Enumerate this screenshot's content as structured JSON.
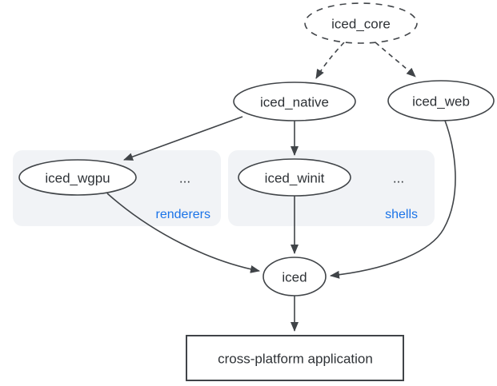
{
  "diagram": {
    "nodes": {
      "core": {
        "label": "iced_core",
        "shape": "ellipse-dashed"
      },
      "native": {
        "label": "iced_native",
        "shape": "ellipse"
      },
      "web": {
        "label": "iced_web",
        "shape": "ellipse"
      },
      "wgpu": {
        "label": "iced_wgpu",
        "shape": "ellipse"
      },
      "winit": {
        "label": "iced_winit",
        "shape": "ellipse"
      },
      "iced": {
        "label": "iced",
        "shape": "ellipse"
      },
      "app": {
        "label": "cross-platform application",
        "shape": "rectangle"
      }
    },
    "groups": {
      "renderers": {
        "label": "renderers",
        "ellipsis": "..."
      },
      "shells": {
        "label": "shells",
        "ellipsis": "..."
      }
    },
    "edges": [
      {
        "from": "iced_core",
        "to": "iced_native",
        "style": "dashed"
      },
      {
        "from": "iced_core",
        "to": "iced_web",
        "style": "dashed"
      },
      {
        "from": "iced_native",
        "to": "iced_wgpu",
        "style": "solid"
      },
      {
        "from": "iced_native",
        "to": "iced_winit",
        "style": "solid"
      },
      {
        "from": "iced_wgpu",
        "to": "iced",
        "style": "solid"
      },
      {
        "from": "iced_winit",
        "to": "iced",
        "style": "solid"
      },
      {
        "from": "iced_web",
        "to": "iced",
        "style": "solid"
      },
      {
        "from": "iced",
        "to": "cross-platform application",
        "style": "solid"
      }
    ],
    "colors": {
      "stroke": "#404448",
      "text": "#2e3236",
      "group_fill": "#f1f3f6",
      "group_label": "#1a73e8",
      "node_fill": "#ffffff",
      "background": "#ffffff"
    }
  }
}
